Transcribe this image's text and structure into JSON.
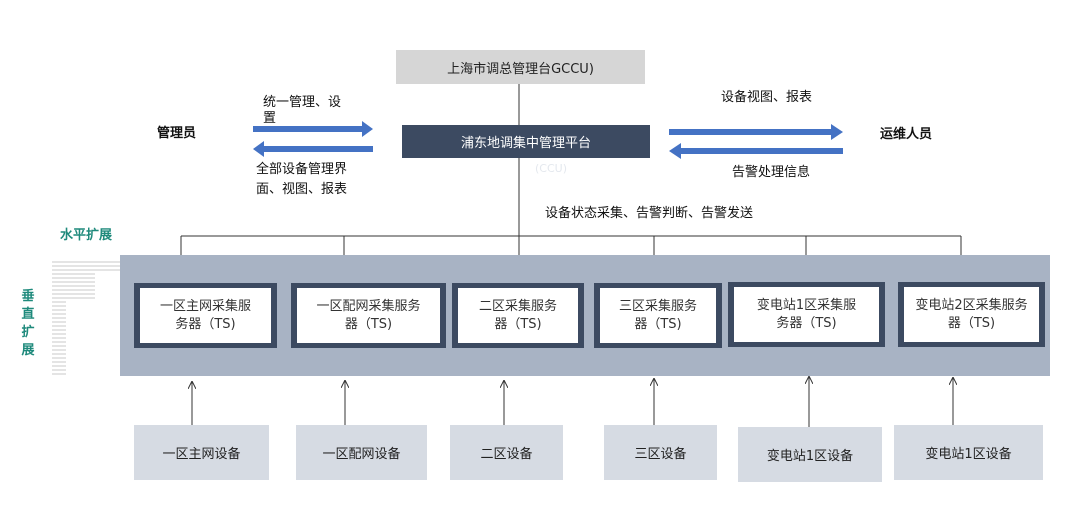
{
  "top": {
    "gccu": "上海市调总管理台GCCU)",
    "platform": "浦东地调集中管理平台",
    "ccu": "(CCU)"
  },
  "left": {
    "actor": "管理员",
    "out_line1": "统一管理、设",
    "out_line2": "置",
    "in_line1": "全部设备管理界",
    "in_line2": "面、视图、报表"
  },
  "right": {
    "actor": "运维人员",
    "out_label": "设备视图、报表",
    "in_label": "告警处理信息"
  },
  "bus_label": "设备状态采集、告警判断、告警发送",
  "scaling": {
    "horizontal": "水平扩展",
    "vertical": [
      "垂",
      "直",
      "扩",
      "展"
    ]
  },
  "servers": [
    {
      "line1": "一区主网采集服",
      "line2": "务器（TS)"
    },
    {
      "line1": "一区配网采集服务",
      "line2": "器（TS)"
    },
    {
      "line1": "二区采集服务",
      "line2": "器（TS)"
    },
    {
      "line1": "三区采集服务",
      "line2": "器（TS)"
    },
    {
      "line1": "变电站1区采集服",
      "line2": "务器（TS)"
    },
    {
      "line1": "变电站2区采集服务",
      "line2": "器（TS)"
    }
  ],
  "devices": [
    "一区主网设备",
    "一区配网设备",
    "二区设备",
    "三区设备",
    "变电站1区设备",
    "变电站1区设备"
  ],
  "colors": {
    "platform": "#3c4a61",
    "gccu": "#d6d6d6",
    "band": "#a8b3c4",
    "device": "#d6dbe3",
    "arrow": "#4472c4",
    "teal": "#1f8a7c"
  }
}
